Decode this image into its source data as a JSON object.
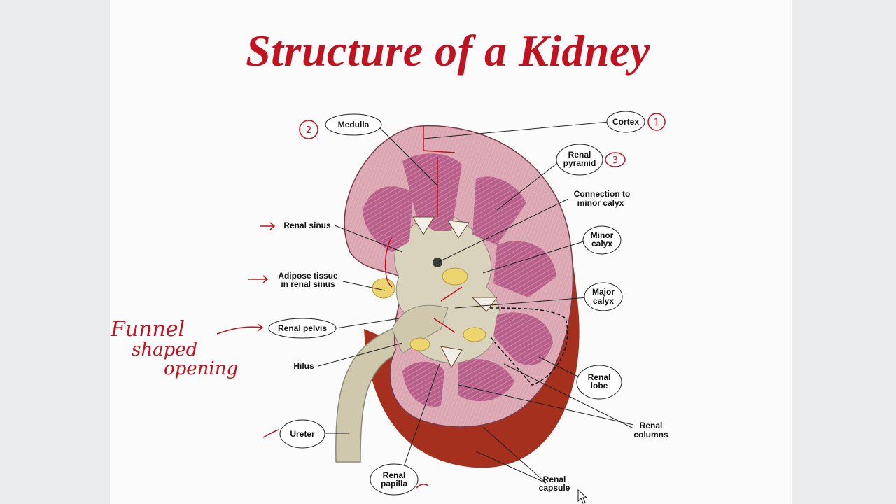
{
  "title": "Structure of  a Kidney",
  "labels": {
    "medulla": "Medulla",
    "cortex": "Cortex",
    "renal_pyramid_1": "Renal",
    "renal_pyramid_2": "pyramid",
    "connection_1": "Connection to",
    "connection_2": "minor calyx",
    "renal_sinus": "Renal sinus",
    "minor_calyx_1": "Minor",
    "minor_calyx_2": "calyx",
    "adipose_1": "Adipose tissue",
    "adipose_2": "in renal sinus",
    "major_calyx_1": "Major",
    "major_calyx_2": "calyx",
    "renal_pelvis": "Renal pelvis",
    "hilus": "Hilus",
    "renal_lobe_1": "Renal",
    "renal_lobe_2": "lobe",
    "ureter": "Ureter",
    "renal_columns_1": "Renal",
    "renal_columns_2": "columns",
    "renal_papilla_1": "Renal",
    "renal_papilla_2": "papilla",
    "renal_capsule_1": "Renal",
    "renal_capsule_2": "capsule"
  },
  "annotations": {
    "num_cortex": "1",
    "num_medulla": "2",
    "num_pyramid": "3",
    "funnel_1": "Funnel",
    "funnel_2": "shaped",
    "funnel_3": "opening"
  },
  "colors": {
    "title": "#c1121f",
    "annotation_ink": "#c1121f",
    "medulla_pink": "#b9608a",
    "cortex_pink": "#dba7b3",
    "capsule_red": "#a5301e",
    "sinus_tan": "#d9d3bd",
    "fat_yellow": "#ecd56e"
  }
}
